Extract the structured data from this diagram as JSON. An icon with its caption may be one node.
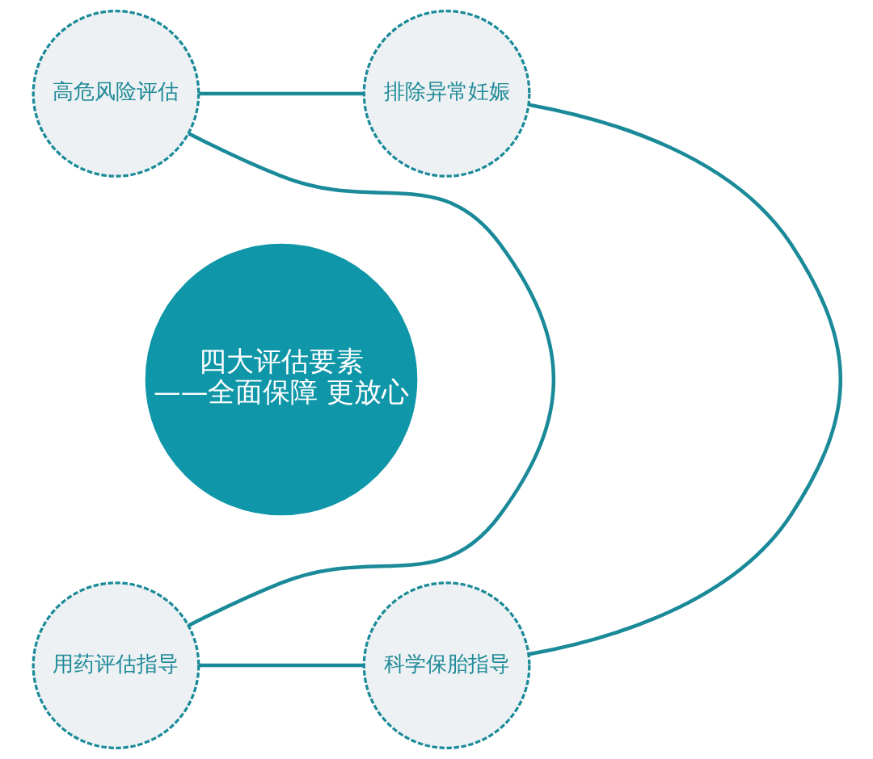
{
  "diagram": {
    "nodes": [
      {
        "text": [
          "高危风险评估"
        ]
      },
      {
        "text": [
          "排除异常妊娠"
        ]
      },
      {
        "text": [
          "四大评估要素",
          "——全面保障 更放心"
        ]
      },
      {
        "text": [
          "用药评估指导"
        ]
      },
      {
        "text": [
          "科学保胎指导"
        ]
      }
    ],
    "edges": [
      {
        "from": 0,
        "to": 1,
        "arrow": "none"
      },
      {
        "from": 1,
        "to": 4,
        "arrow": "none"
      },
      {
        "from": 4,
        "to": 3,
        "arrow": "none"
      },
      {
        "from": 3,
        "to": 0,
        "arrow": "none"
      }
    ]
  }
}
